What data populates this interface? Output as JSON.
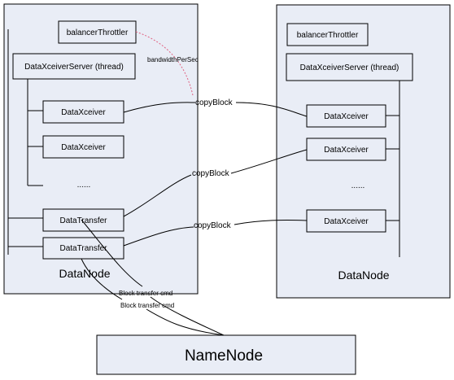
{
  "colors": {
    "container_fill": "#e9edf6",
    "box_fill": "#e9edf6",
    "stroke": "#000000",
    "dotted_link": "#e06080"
  },
  "left_node": {
    "title": "DataNode",
    "throttler": "balancerThrottler",
    "server": "DataXceiverServer (thread)",
    "xceivers": [
      "DataXceiver",
      "DataXceiver"
    ],
    "ellipsis": "......",
    "transfers": [
      "DataTransfer",
      "DataTransfer"
    ]
  },
  "right_node": {
    "title": "DataNode",
    "throttler": "balancerThrottler",
    "server": "DataXceiverServer (thread)",
    "xceivers": [
      "DataXceiver",
      "DataXceiver",
      "DataXceiver"
    ],
    "ellipsis": "......"
  },
  "namenode": {
    "title": "NameNode"
  },
  "links": {
    "bandwidth": "bandwidthPerSec",
    "copy_block": [
      "copyBlock",
      "copyBlock",
      "copyBlock"
    ],
    "block_transfer_cmd": [
      "Block transfer cmd",
      "Block transfer cmd"
    ]
  }
}
